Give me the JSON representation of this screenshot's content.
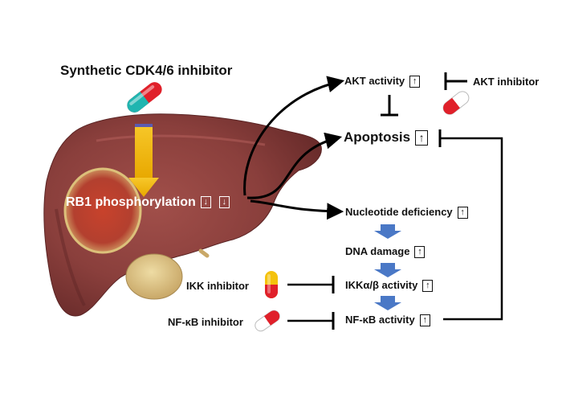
{
  "title": "Synthetic CDK4/6 inhibitor",
  "nodes": {
    "rb1": {
      "label": "RB1 phosphorylation",
      "arrow1": "↓",
      "arrow2": "↓"
    },
    "akt": {
      "label": "AKT activity",
      "arrow": "↑"
    },
    "akt_inhibitor": {
      "label": "AKT inhibitor"
    },
    "apoptosis": {
      "label": "Apoptosis",
      "arrow": "↑"
    },
    "nucleotide": {
      "label": "Nucleotide deficiency",
      "arrow": "↑"
    },
    "dna_damage": {
      "label": "DNA damage",
      "arrow": "↑"
    },
    "ikk_activity": {
      "label": "IKKα/β activity",
      "arrow": "↑"
    },
    "ikk_inhibitor": {
      "label": "IKK inhibitor"
    },
    "nfkb_activity": {
      "label": "NF-κB activity",
      "arrow": "↑"
    },
    "nfkb_inhibitor": {
      "label": "NF-κB inhibitor"
    }
  },
  "colors": {
    "liver": "#8a3f3c",
    "tumor": "#b8412f",
    "gallbladder": "#d9c48c",
    "drug_arrow": "#f2b705",
    "cascade_arrow": "#4a78c6",
    "pill_teal": "#20b5b0",
    "pill_red": "#e0202a",
    "pill_yellow": "#f4c20d"
  }
}
